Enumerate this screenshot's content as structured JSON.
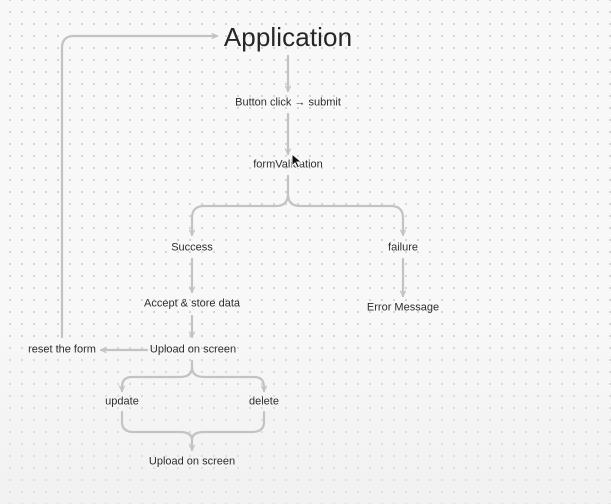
{
  "diagram": {
    "title": "Application",
    "nodes": {
      "button_click": "Button click → submit",
      "form_validation": "formValidation",
      "success": "Success",
      "failure": "failure",
      "accept_store": "Accept & store data",
      "error_message": "Error Message",
      "upload_on_screen": "Upload on screen",
      "reset_form": "reset the form",
      "update": "update",
      "delete": "delete",
      "upload_on_screen_final": "Upload on screen"
    },
    "edges": [
      {
        "from": "title",
        "to": "button_click"
      },
      {
        "from": "button_click",
        "to": "form_validation"
      },
      {
        "from": "form_validation",
        "to": "success"
      },
      {
        "from": "form_validation",
        "to": "failure"
      },
      {
        "from": "success",
        "to": "accept_store"
      },
      {
        "from": "failure",
        "to": "error_message"
      },
      {
        "from": "accept_store",
        "to": "upload_on_screen"
      },
      {
        "from": "upload_on_screen",
        "to": "reset_form"
      },
      {
        "from": "reset_form",
        "to": "title"
      },
      {
        "from": "upload_on_screen",
        "to": "update"
      },
      {
        "from": "upload_on_screen",
        "to": "delete"
      },
      {
        "from": "update",
        "to": "upload_on_screen_final"
      },
      {
        "from": "delete",
        "to": "upload_on_screen_final"
      }
    ],
    "colors": {
      "connector": "#c3c3c3",
      "text": "#2d2d2d",
      "background": "#f8f8f8"
    }
  }
}
